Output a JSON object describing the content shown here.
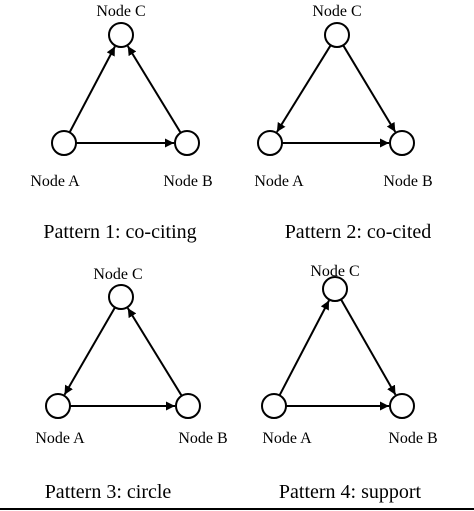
{
  "patterns": [
    {
      "caption": "Pattern 1: co-citing",
      "nodes": {
        "a": "Node A",
        "b": "Node B",
        "c": "Node C"
      },
      "edges": [
        {
          "from": "a",
          "to": "c"
        },
        {
          "from": "b",
          "to": "c"
        },
        {
          "from": "a",
          "to": "b"
        }
      ]
    },
    {
      "caption": "Pattern 2: co-cited",
      "nodes": {
        "a": "Node A",
        "b": "Node B",
        "c": "Node C"
      },
      "edges": [
        {
          "from": "c",
          "to": "a"
        },
        {
          "from": "c",
          "to": "b"
        },
        {
          "from": "a",
          "to": "b"
        }
      ]
    },
    {
      "caption": "Pattern 3: circle",
      "nodes": {
        "a": "Node A",
        "b": "Node B",
        "c": "Node C"
      },
      "edges": [
        {
          "from": "c",
          "to": "a"
        },
        {
          "from": "b",
          "to": "c"
        },
        {
          "from": "a",
          "to": "b"
        }
      ]
    },
    {
      "caption": "Pattern 4: support",
      "nodes": {
        "a": "Node A",
        "b": "Node B",
        "c": "Node C"
      },
      "edges": [
        {
          "from": "a",
          "to": "c"
        },
        {
          "from": "c",
          "to": "b"
        },
        {
          "from": "a",
          "to": "b"
        }
      ]
    }
  ]
}
